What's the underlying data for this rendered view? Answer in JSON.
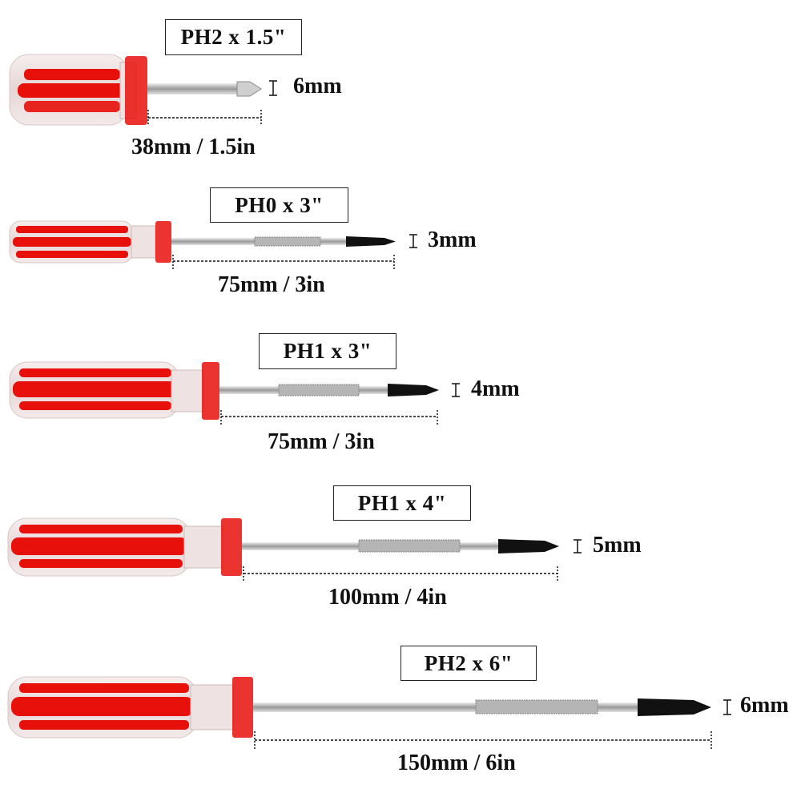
{
  "screwdrivers": [
    {
      "label": "PH2 x 1.5\"",
      "tip_width": "6mm",
      "length": "38mm / 1.5in"
    },
    {
      "label": "PH0 x 3\"",
      "tip_width": "3mm",
      "length": "75mm / 3in"
    },
    {
      "label": "PH1  x 3\"",
      "tip_width": "4mm",
      "length": "75mm / 3in"
    },
    {
      "label": "PH1  x 4\"",
      "tip_width": "5mm",
      "length": "100mm / 4in"
    },
    {
      "label": "PH2 x 6\"",
      "tip_width": "6mm",
      "length": "150mm / 6in"
    }
  ],
  "colors": {
    "handle_red": "#e8100a",
    "handle_clear": "#f3e6e6",
    "shaft": "#c9c9c9",
    "tip": "#111111"
  }
}
